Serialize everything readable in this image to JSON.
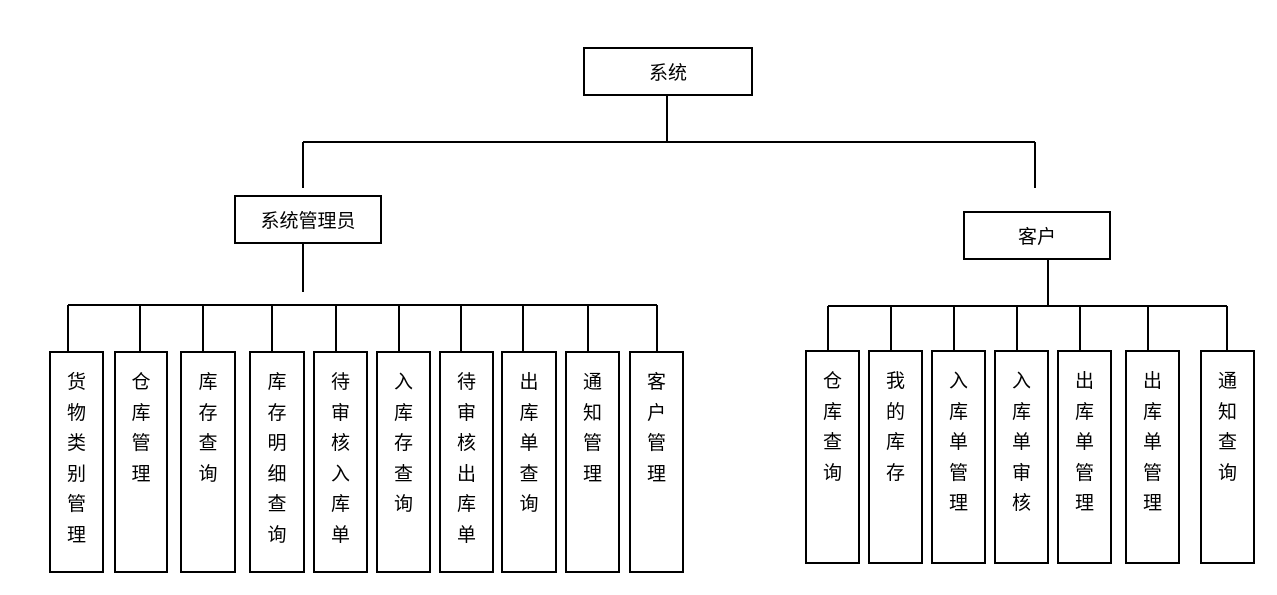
{
  "root": {
    "label": "系统"
  },
  "admin": {
    "label": "系统管理员",
    "children": [
      "货物类别管理",
      "仓库管理",
      "库存查询",
      "库存明细查询",
      "待审核入库单",
      "入库存查询",
      "待审核出库单",
      "出库单查询",
      "通知管理",
      "客户管理"
    ]
  },
  "customer": {
    "label": "客户",
    "children": [
      "仓库查询",
      "我的库存",
      "入库单管理",
      "入库单审核",
      "出库单管理",
      "出库单管理",
      "通知查询"
    ]
  }
}
